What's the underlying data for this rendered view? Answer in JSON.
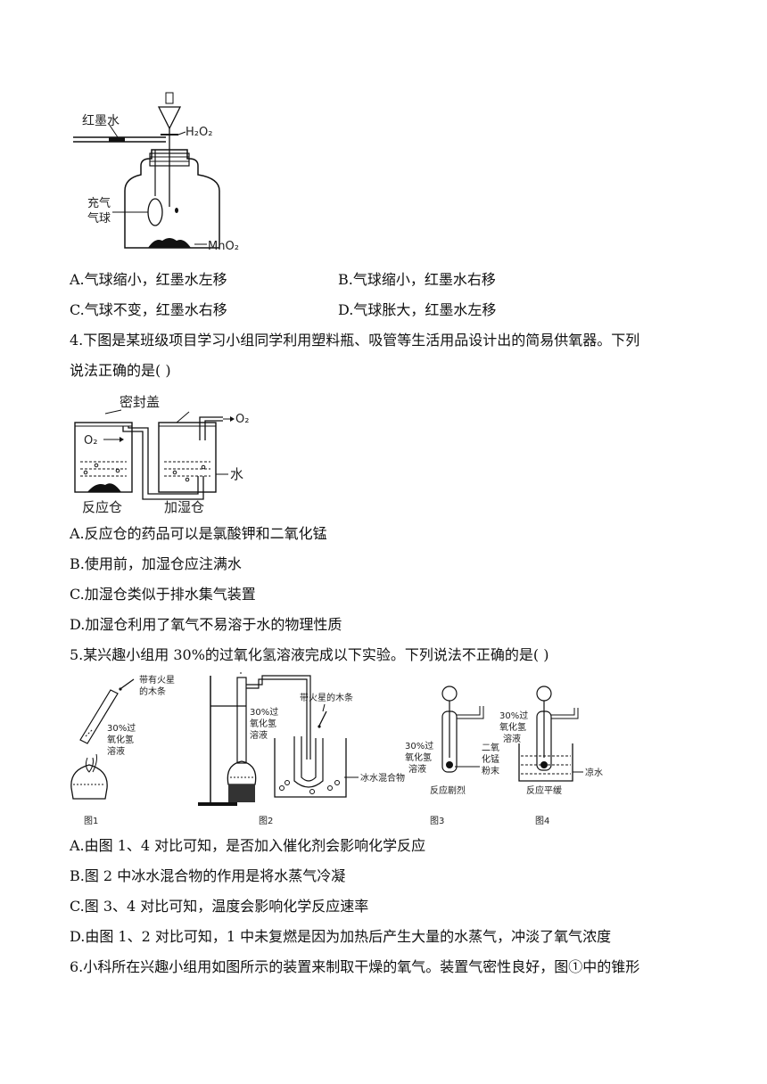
{
  "fig_q3": {
    "label_red_ink": "红墨水",
    "label_h2o2": "H₂O₂",
    "label_balloon_1": "充气",
    "label_balloon_2": "气球",
    "label_mno2": "MnO₂"
  },
  "q3_options": {
    "A": "A.气球缩小，红墨水左移",
    "B": "B.气球缩小，红墨水右移",
    "C": "C.气球不变，红墨水右移",
    "D": "D.气球胀大，红墨水左移"
  },
  "q4": {
    "stem_line1": "4.下图是某班级项目学习小组同学利用塑料瓶、吸管等生活用品设计出的简易供氧器。下列",
    "stem_line2": "说法正确的是(   )",
    "fig": {
      "label_lid": "密封盖",
      "label_o2_out": "O₂",
      "label_o2_in": "O₂",
      "label_water": "水",
      "label_reaction": "反应仓",
      "label_humidify": "加湿仓"
    },
    "options": {
      "A": "A.反应仓的药品可以是氯酸钾和二氧化锰",
      "B": "B.使用前，加湿仓应注满水",
      "C": "C.加湿仓类似于排水集气装置",
      "D": "D.加湿仓利用了氧气不易溶于水的物理性质"
    }
  },
  "q5": {
    "stem": "5.某兴趣小组用 30%的过氧化氢溶液完成以下实验。下列说法不正确的是(   )",
    "fig": {
      "fig1_splint_1": "带有火星",
      "fig1_splint_2": "的木条",
      "fig1_sol_1": "30%过",
      "fig1_sol_2": "氧化氢",
      "fig1_sol_3": "溶液",
      "fig2_splint": "带火星的木条",
      "fig2_sol_1": "30%过",
      "fig2_sol_2": "氧化氢",
      "fig2_sol_3": "溶液",
      "fig2_ice": "冰水混合物",
      "fig3_sol_1": "30%过",
      "fig3_sol_2": "氧化氢",
      "fig3_sol_3": "溶液",
      "fig3_mno2_1": "二氧",
      "fig3_mno2_2": "化锰",
      "fig3_mno2_3": "粉末",
      "fig3_caption": "反应剧烈",
      "fig4_sol_1": "30%过",
      "fig4_sol_2": "氧化氢",
      "fig4_sol_3": "溶液",
      "fig4_water": "凉水",
      "fig4_caption": "反应平缓",
      "name1": "图1",
      "name2": "图2",
      "name3": "图3",
      "name4": "图4"
    },
    "options": {
      "A": "A.由图 1、4 对比可知，是否加入催化剂会影响化学反应",
      "B": "B.图 2 中冰水混合物的作用是将水蒸气冷凝",
      "C": "C.图 3、4 对比可知，温度会影响化学反应速率",
      "D": "D.由图 1、2 对比可知，1 中未复燃是因为加热后产生大量的水蒸气，冲淡了氧气浓度"
    }
  },
  "q6": {
    "stem_line1": "6.小科所在兴趣小组用如图所示的装置来制取干燥的氧气。装置气密性良好，图①中的锥形"
  }
}
